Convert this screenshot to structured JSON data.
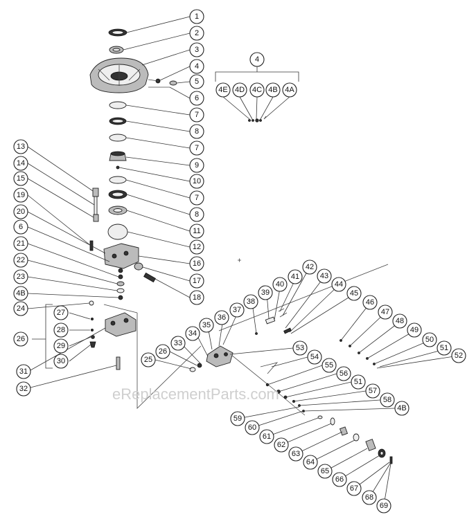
{
  "watermark": "eReplacementParts.com",
  "callouts": {
    "c1": "1",
    "c2": "2",
    "c3": "3",
    "c4": "4",
    "c5": "5",
    "c6": "6",
    "c7a": "7",
    "c8a": "8",
    "c7b": "7",
    "c9": "9",
    "c10": "10",
    "c7c": "7",
    "c8b": "8",
    "c11": "11",
    "c12": "12",
    "c16": "16",
    "c17": "17",
    "c18": "18",
    "c4top": "4",
    "c4E": "4E",
    "c4D": "4D",
    "c4C": "4C",
    "c4B": "4B",
    "c4A": "4A",
    "c13": "13",
    "c14": "14",
    "c15": "15",
    "c19": "19",
    "c20": "20",
    "c6b": "6",
    "c21": "21",
    "c22": "22",
    "c23": "23",
    "c4Bl": "4B",
    "c24": "24",
    "c27": "27",
    "c28": "28",
    "c26": "26",
    "c29": "29",
    "c30": "30",
    "c31": "31",
    "c32": "32",
    "c25": "25",
    "c26b": "26",
    "c33": "33",
    "c34": "34",
    "c35": "35",
    "c36": "36",
    "c37": "37",
    "c38": "38",
    "c39": "39",
    "c40": "40",
    "c41": "41",
    "c42": "42",
    "c43": "43",
    "c44": "44",
    "c45": "45",
    "c46": "46",
    "c47": "47",
    "c48": "48",
    "c49": "49",
    "c50": "50",
    "c51": "51",
    "c52": "52",
    "c53": "53",
    "c54": "54",
    "c55": "55",
    "c56": "56",
    "c51b": "51",
    "c57": "57",
    "c58": "58",
    "c4Br": "4B",
    "c59": "59",
    "c60": "60",
    "c61": "61",
    "c62": "62",
    "c63": "63",
    "c64": "64",
    "c65": "65",
    "c66": "66",
    "c67": "67",
    "c68": "68",
    "c69": "69"
  }
}
